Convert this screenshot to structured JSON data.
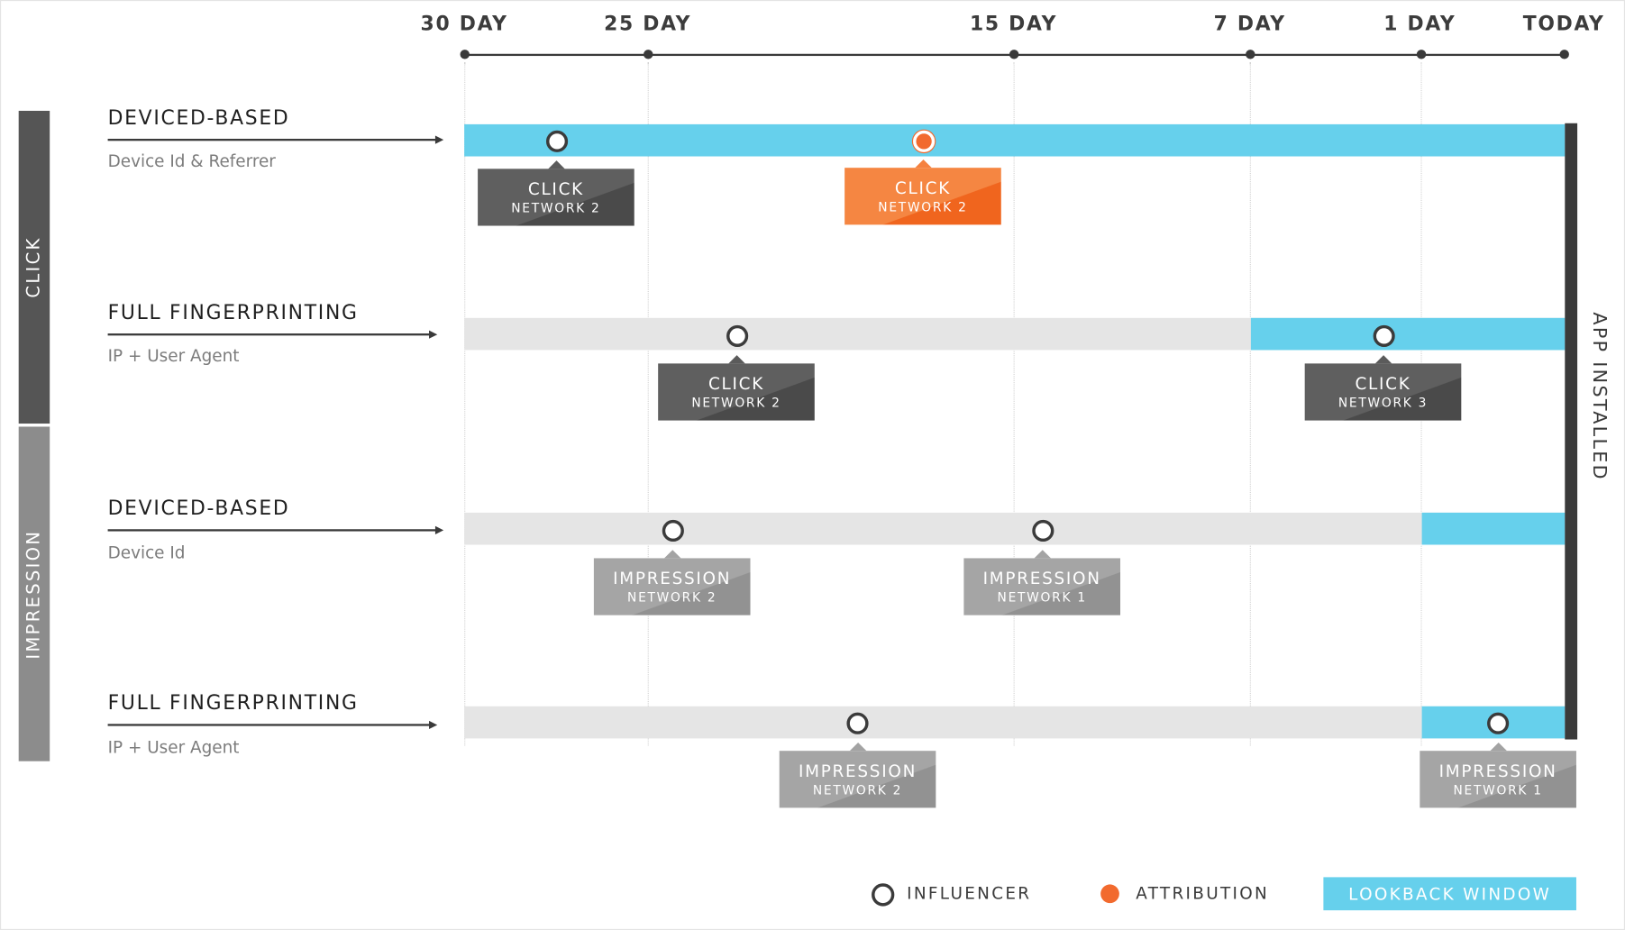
{
  "axis": {
    "ticks": [
      "30 DAY",
      "25 DAY",
      "15 DAY",
      "7 DAY",
      "1 DAY",
      "TODAY"
    ]
  },
  "groups": [
    {
      "label": "CLICK"
    },
    {
      "label": "IMPRESSION"
    }
  ],
  "rows": [
    {
      "title": "DEVICED-BASED",
      "subtitle": "Device Id & Referrer",
      "events": [
        {
          "main": "CLICK",
          "sub": "NETWORK 2",
          "type": "influencer"
        },
        {
          "main": "CLICK",
          "sub": "NETWORK 2",
          "type": "attribution"
        }
      ]
    },
    {
      "title": "FULL FINGERPRINTING",
      "subtitle": "IP + User Agent",
      "events": [
        {
          "main": "CLICK",
          "sub": "NETWORK 2",
          "type": "influencer"
        },
        {
          "main": "CLICK",
          "sub": "NETWORK 3",
          "type": "influencer"
        }
      ]
    },
    {
      "title": "DEVICED-BASED",
      "subtitle": "Device Id",
      "events": [
        {
          "main": "IMPRESSION",
          "sub": "NETWORK 2",
          "type": "influencer"
        },
        {
          "main": "IMPRESSION",
          "sub": "NETWORK 1",
          "type": "influencer"
        }
      ]
    },
    {
      "title": "FULL FINGERPRINTING",
      "subtitle": "IP + User Agent",
      "events": [
        {
          "main": "IMPRESSION",
          "sub": "NETWORK 2",
          "type": "influencer"
        },
        {
          "main": "IMPRESSION",
          "sub": "NETWORK 1",
          "type": "influencer"
        }
      ]
    }
  ],
  "end_label": "APP INSTALLED",
  "legend": {
    "influencer": "INFLUENCER",
    "attribution": "ATTRIBUTION",
    "lookback": "LOOKBACK WINDOW"
  },
  "colors": {
    "lookback": "#66d0ec",
    "attribution": "#f26a2e",
    "track": "#e5e5e5",
    "dark": "#3a3a3a"
  }
}
